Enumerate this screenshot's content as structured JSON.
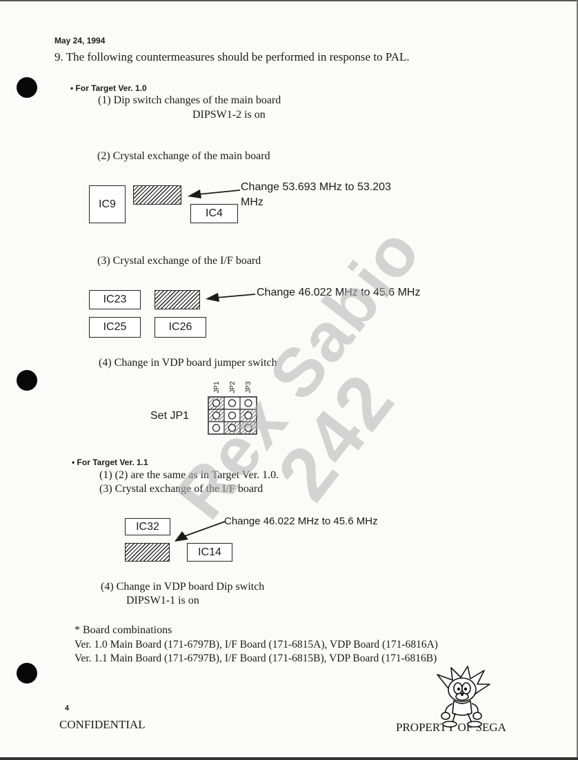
{
  "date": "May 24, 1994",
  "heading": "9.  The following countermeasures should be performed in response to PAL.",
  "target_v10": {
    "label": "• For Target Ver. 1.0",
    "step1": "(1) Dip switch changes of the main board",
    "step1_detail": "DIPSW1-2 is on",
    "step2": "(2) Crystal exchange of the main board",
    "step2_ic_left": "IC9",
    "step2_ic_right": "IC4",
    "step2_note_line1": "Change 53.693 MHz to 53.203",
    "step2_note_line2": "MHz",
    "step3": "(3) Crystal exchange of the I/F board",
    "step3_ics": [
      "IC23",
      "IC25",
      "IC26"
    ],
    "step3_note": "Change 46.022 MHz to 45.6 MHz",
    "step4": "(4) Change in VDP board jumper switch",
    "jumper_labels": [
      "JP1",
      "JP2",
      "JP3"
    ],
    "set_label": "Set JP1"
  },
  "target_v11": {
    "label": "• For Target Ver. 1.1",
    "line1": "(1) (2) are the same as in Target Ver. 1.0.",
    "step3": "(3) Crystal exchange of the I/F board",
    "ic_left": "IC32",
    "ic_right": "IC14",
    "note": "Change 46.022 MHz to 45.6 MHz",
    "step4": "(4) Change in VDP board Dip switch",
    "step4_detail": "DIPSW1-1 is on"
  },
  "board_combinations": {
    "title": "* Board combinations",
    "rows": [
      "Ver. 1.0  Main Board (171-6797B), I/F Board (171-6815A), VDP Board (171-6816A)",
      "Ver. 1.1  Main Board (171-6797B), I/F Board (171-6815B), VDP Board (171-6816B)"
    ]
  },
  "watermark_lines": [
    "Rex Sabio",
    "242"
  ],
  "footer": {
    "page_number": "4",
    "confidential": "CONFIDENTIAL",
    "property": "PROPERTY OF SEGA"
  },
  "colors": {
    "ink": "#1a1a1a",
    "paper": "#fbfbfa",
    "watermark": "#b4b4b4",
    "punch_hole": "#080808"
  },
  "icons": [
    "punch-hole",
    "arrow-left",
    "sonic-mascot"
  ]
}
